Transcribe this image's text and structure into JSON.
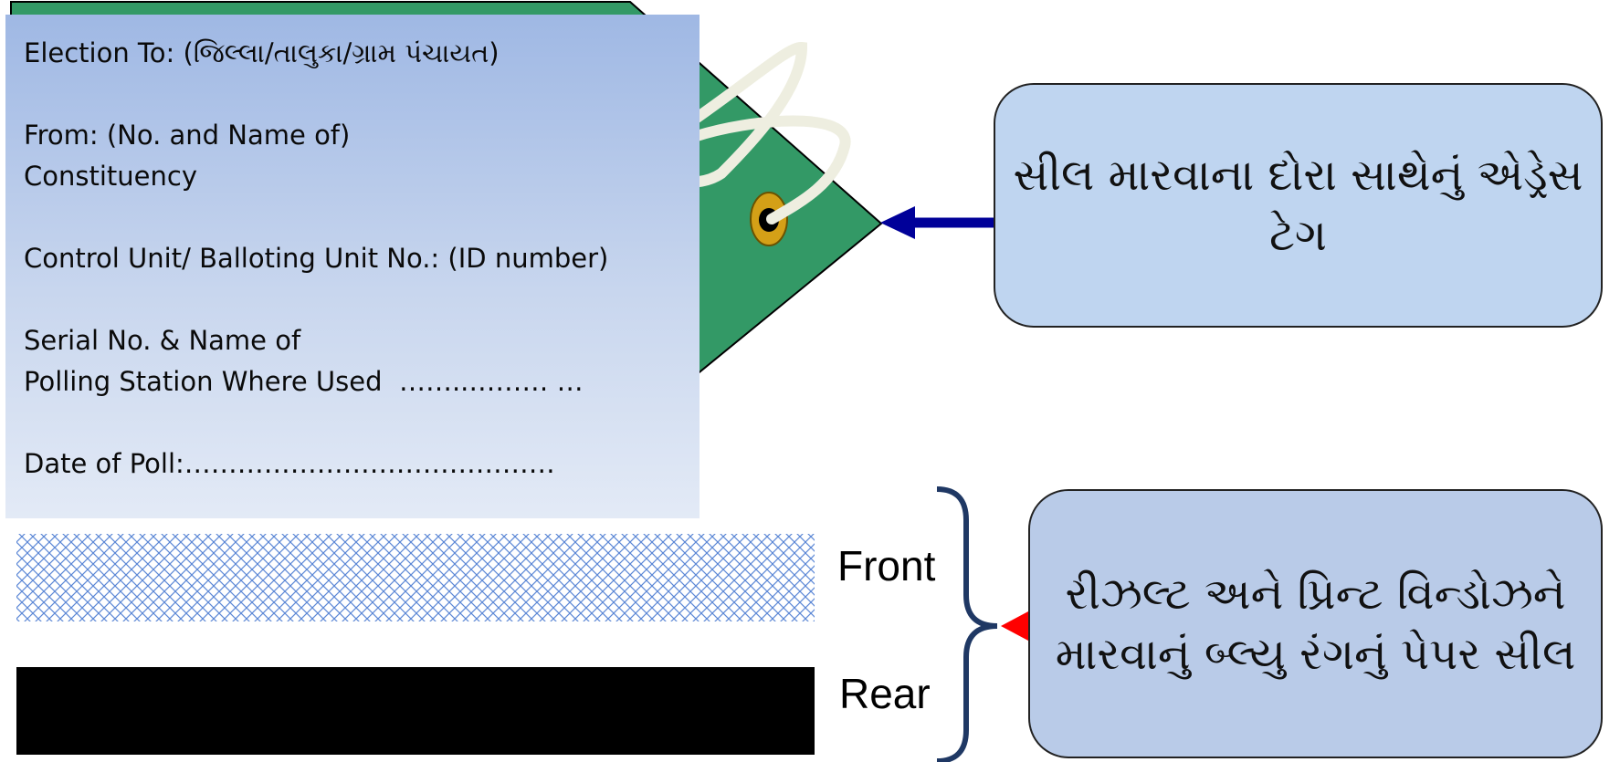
{
  "address_card": {
    "election_line": "Election To: (જિલ્લા/તાલુકા/ગ્રામ પંચાયત)",
    "from_line": "From: (No. and Name of)",
    "constituency_line": "Constituency",
    "unit_line": "Control Unit/ Balloting Unit No.: (ID number)",
    "serial_line": "Serial No. & Name of",
    "station_line": "Polling Station Where Used  ……..……… …",
    "date_line": "Date of Poll:……………………………………"
  },
  "callouts": {
    "address_tag": "સીલ મારવાના દોરા સાથેનું એડ્રેસ ટેગ",
    "paper_seal": "રીઝલ્ટ અને પ્રિન્ટ વિન્ડોઝને મારવાનું બ્લ્યુ  રંગનું પેપર સીલ"
  },
  "seal_sides": {
    "front": "Front",
    "rear": "Rear"
  },
  "colors": {
    "tag_green": "#339966",
    "card_blue": "#9fb8e4",
    "callout_blue": "#bfd5f0",
    "arrow_navy": "#000099",
    "arrow_red": "#ff0000",
    "brace_navy": "#1f3864",
    "hatch_blue": "#5b87d6"
  }
}
